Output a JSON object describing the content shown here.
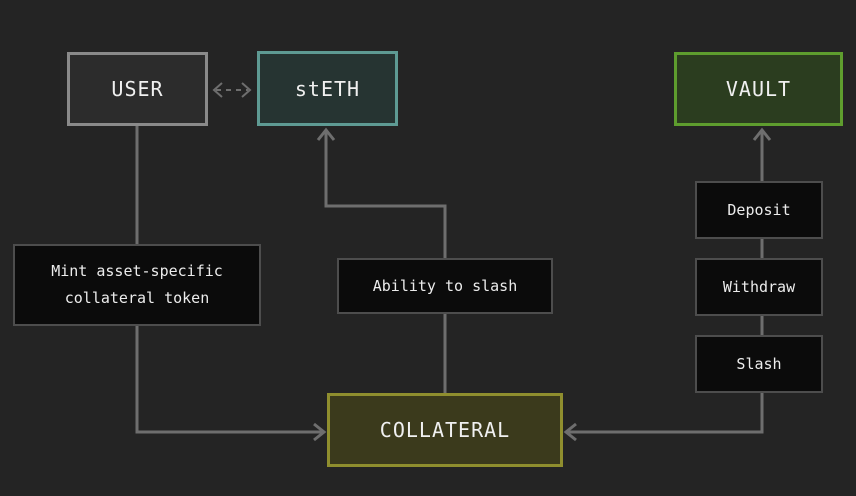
{
  "nodes": {
    "user": "USER",
    "steth": "stETH",
    "vault": "VAULT",
    "collateral": "COLLATERAL",
    "mint_line1": "Mint asset-specific",
    "mint_line2": "collateral token",
    "ability_to_slash": "Ability to slash",
    "deposit": "Deposit",
    "withdraw": "Withdraw",
    "slash": "Slash"
  },
  "colors": {
    "background": "#242424",
    "connector": "#6e6e6e",
    "user_border": "#8a8a8a",
    "steth_border": "#5e9a93",
    "vault_border": "#5e9d2e",
    "collateral_border": "#8f8e2e"
  }
}
